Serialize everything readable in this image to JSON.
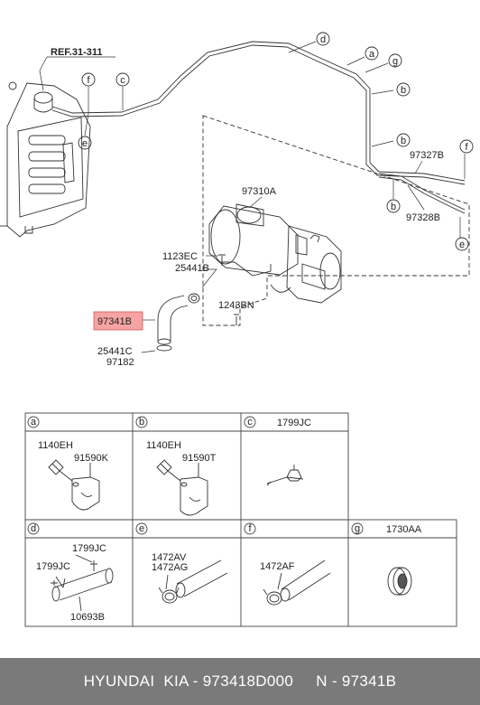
{
  "main": {
    "ref": "REF.31-311",
    "parts": {
      "p97310A": "97310A",
      "p1123EC": "1123EC",
      "p25441B": "25441B",
      "p1243BN": "1243BN",
      "p97341B": "97341B",
      "p25441C": "25441C",
      "p97182": "97182",
      "p97327B": "97327B",
      "p97328B": "97328B"
    },
    "callouts": {
      "a": "a",
      "b": "b",
      "c": "c",
      "d": "d",
      "e": "e",
      "f": "f",
      "g": "g"
    },
    "highlight_color": "#f5a3a3"
  },
  "table": {
    "cells": {
      "a": {
        "letter": "a",
        "labels": [
          "1140EH",
          "91590K"
        ]
      },
      "b": {
        "letter": "b",
        "labels": [
          "1140EH",
          "91590T"
        ]
      },
      "c": {
        "letter": "c",
        "header": "1799JC"
      },
      "d": {
        "letter": "d",
        "labels": [
          "1799JC",
          "1799JC",
          "10693B"
        ]
      },
      "e": {
        "letter": "e",
        "labels": [
          "1472AV",
          "1472AG"
        ]
      },
      "f": {
        "letter": "f",
        "labels": [
          "1472AF"
        ]
      },
      "g": {
        "letter": "g",
        "header": "1730AA"
      }
    }
  },
  "footer": {
    "text": "HYUNDAI  KIA - 973418D000     N - 97341B"
  }
}
